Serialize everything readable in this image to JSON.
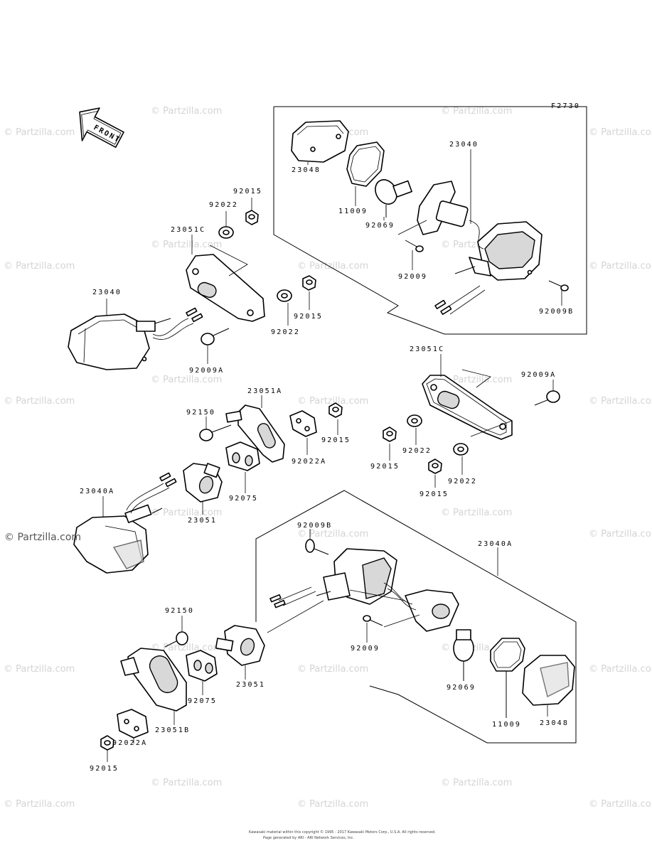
{
  "figure_code": "F2730",
  "front_label": "FRONT",
  "watermark": "© Partzilla.com",
  "footer_lines": [
    "Kawasaki material within this copyright © 1995 - 2017 Kawasaki Motors Corp., U.S.A. All rights reserved.",
    "Page generated by ARI - ARI Network Services, Inc."
  ],
  "callouts": [
    "23040",
    "23048",
    "11009",
    "92069",
    "92009",
    "92009B",
    "92015",
    "92022",
    "23051C",
    "23040",
    "92022",
    "92015",
    "92009A",
    "23051C",
    "92009A",
    "92022",
    "92015",
    "92022",
    "92015",
    "23051A",
    "92150",
    "92022A",
    "92015",
    "92075",
    "23051",
    "23040A",
    "92009B",
    "23040A",
    "92009",
    "92069",
    "11009",
    "23048",
    "92150",
    "92075",
    "23051",
    "23051B",
    "92022A",
    "92015"
  ]
}
